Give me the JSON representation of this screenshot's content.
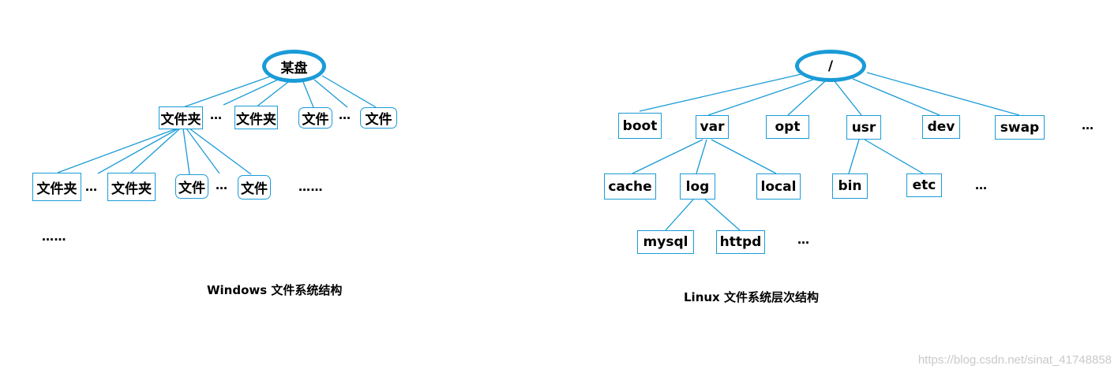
{
  "windows": {
    "root": "某盘",
    "level1": [
      "文件夹",
      "文件夹",
      "文件",
      "文件"
    ],
    "level1_dots": [
      "…",
      "…"
    ],
    "level2": [
      "文件夹",
      "文件夹",
      "文件",
      "文件"
    ],
    "level2_dots": [
      "…",
      "…",
      "……"
    ],
    "bottom_dots": "……",
    "caption": "Windows 文件系统结构"
  },
  "linux": {
    "root": "/",
    "level1": [
      "boot",
      "var",
      "opt",
      "usr",
      "dev",
      "swap"
    ],
    "level1_dots": "…",
    "var_children": [
      "cache",
      "log",
      "local"
    ],
    "usr_children": [
      "bin",
      "etc"
    ],
    "usr_dots": "…",
    "log_children": [
      "mysql",
      "httpd"
    ],
    "log_dots": "…",
    "caption": "Linux 文件系统层次结构"
  },
  "watermark": "https://blog.csdn.net/sinat_41748858",
  "colors": {
    "accent": "#1a9bd7"
  }
}
